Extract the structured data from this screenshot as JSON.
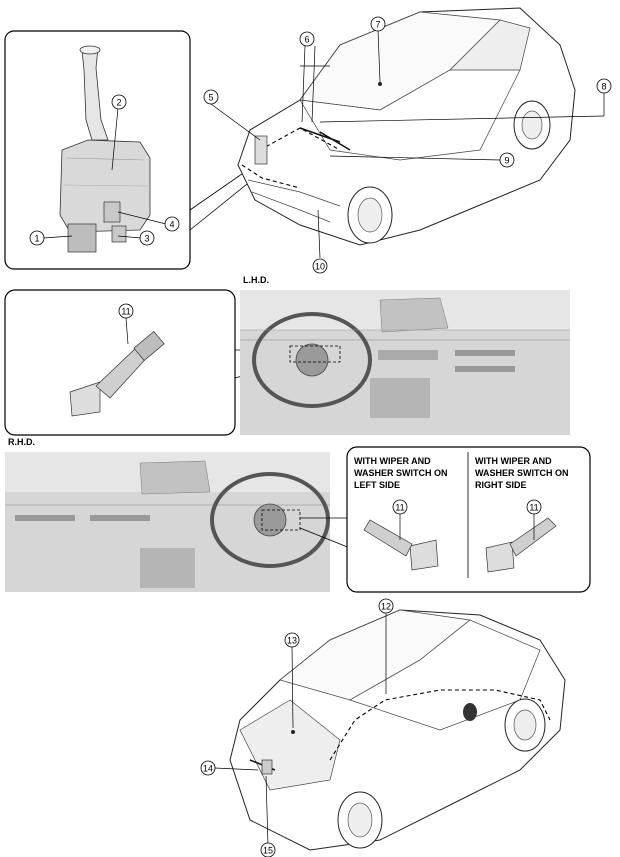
{
  "callouts": [
    "1",
    "2",
    "3",
    "4",
    "5",
    "6",
    "7",
    "8",
    "9",
    "10",
    "11",
    "12",
    "13",
    "14",
    "15"
  ],
  "labels": {
    "lhd": "L.H.D.",
    "rhd": "R.H.D.",
    "left_side": [
      "WITH WIPER AND",
      "WASHER SWITCH ON",
      "LEFT SIDE"
    ],
    "right_side": [
      "WITH WIPER AND",
      "WASHER SWITCH ON",
      "RIGHT SIDE"
    ]
  }
}
